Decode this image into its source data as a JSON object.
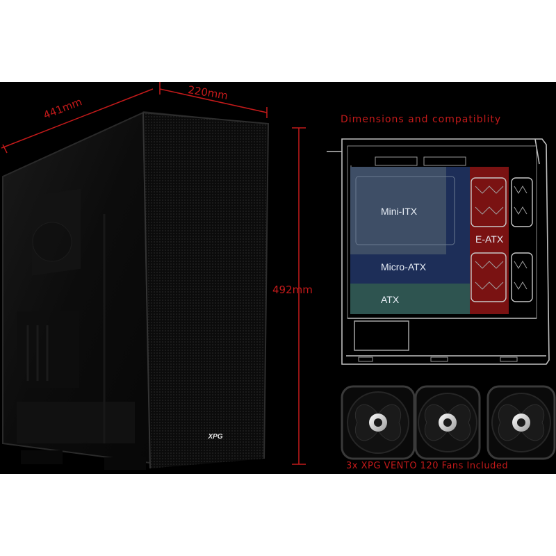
{
  "dimensions": {
    "depth": "441mm",
    "width": "220mm",
    "height": "492mm"
  },
  "compat_title": "Dimensions and compatiblity",
  "motherboards": {
    "mini_itx": "Mini-ITX",
    "micro_atx": "Micro-ATX",
    "atx": "ATX",
    "e_atx": "E-ATX"
  },
  "brand": "XPG",
  "fans_caption": "3x XPG VENTO 120 Fans Included",
  "colors": {
    "accent": "#c41a1a",
    "background": "#000000",
    "mini_itx": "#3e4e66",
    "micro_atx": "#1d2e58",
    "atx": "#2e5450",
    "e_atx": "#7a1212"
  }
}
